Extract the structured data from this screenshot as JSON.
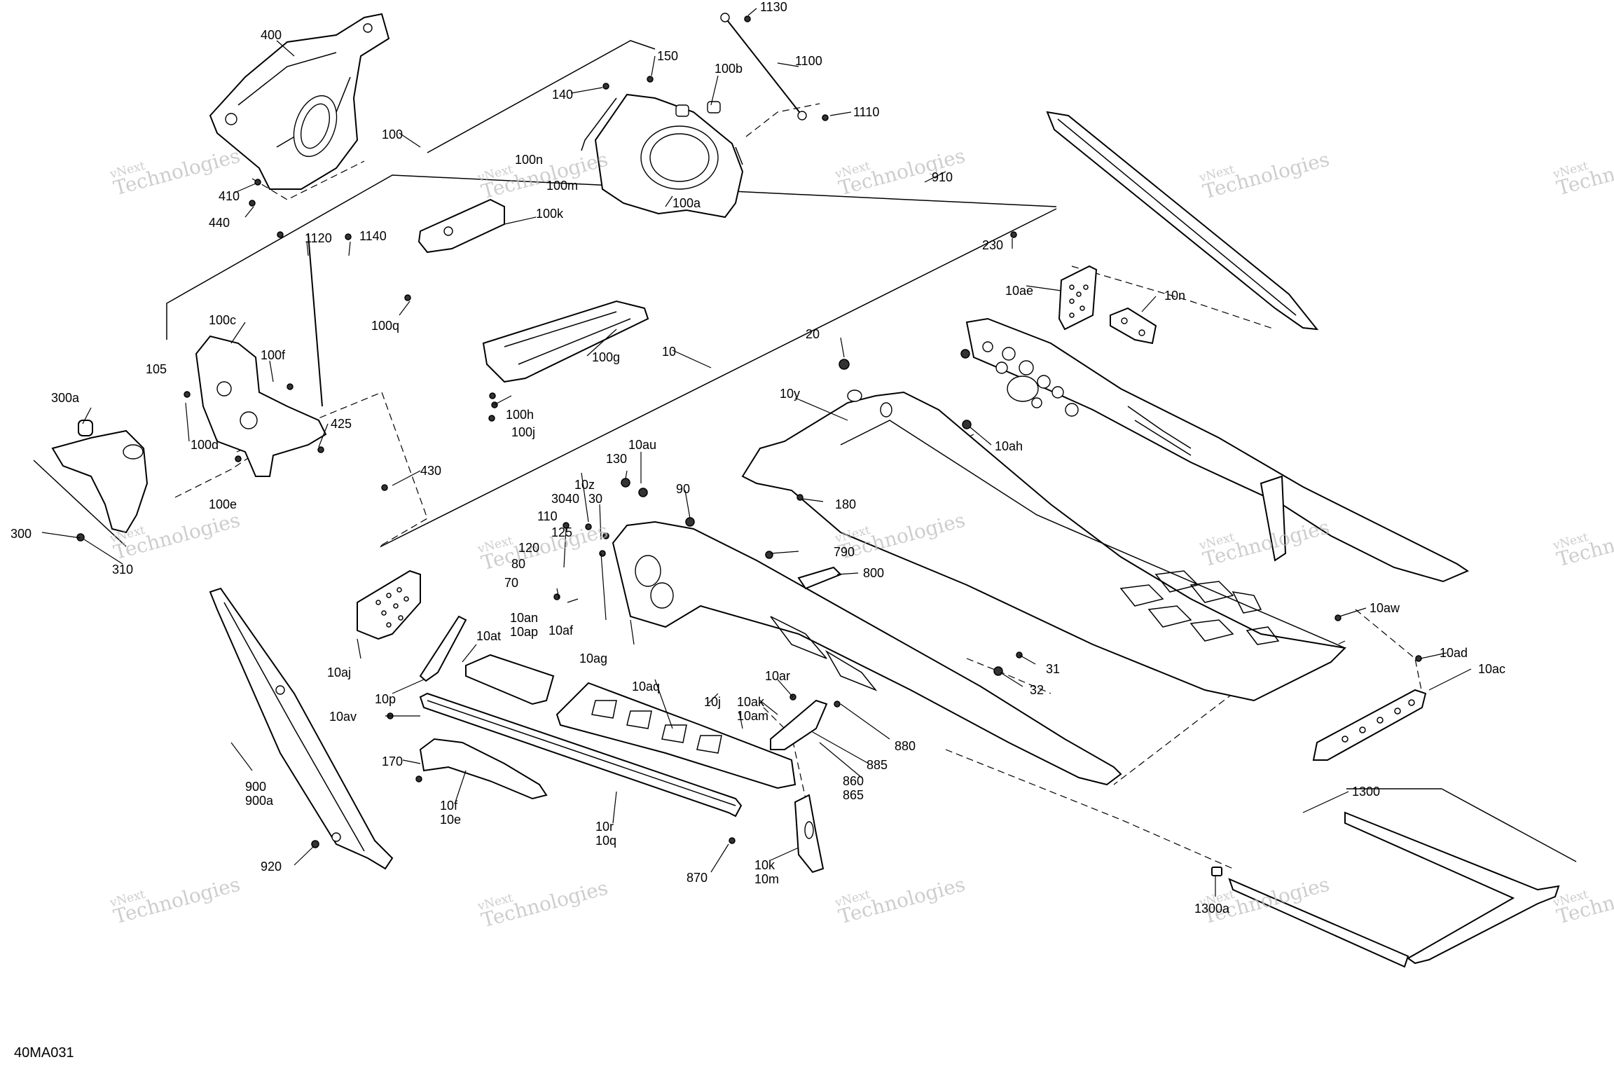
{
  "document_code": "40MA031",
  "watermark": {
    "line1": "vNext",
    "line2": "Technologies",
    "inline": "vNext Technologies"
  },
  "labels": {
    "l400": "400",
    "l150": "150",
    "l140": "140",
    "l100b": "100b",
    "l1130": "1130",
    "l1100": "1100",
    "l1110": "1110",
    "l100": "100",
    "l100n": "100n",
    "l100m": "100m",
    "l410": "410",
    "l440": "440",
    "l100a": "100a",
    "l100k": "100k",
    "l910": "910",
    "l1120": "1120",
    "l1140": "1140",
    "l100q": "100q",
    "l230": "230",
    "l10ae": "10ae",
    "l10n": "10n",
    "l100c": "100c",
    "l100g": "100g",
    "l20": "20",
    "l100f": "100f",
    "l105": "105",
    "l10": "10",
    "l10y": "10y",
    "l300a": "300a",
    "l100h": "100h",
    "l100d": "100d",
    "l425": "425",
    "l100j": "100j",
    "l10ah": "10ah",
    "l10au": "10au",
    "l130": "130",
    "l430": "430",
    "l100e": "100e",
    "l10z": "10z",
    "l90": "90",
    "l180": "180",
    "l30": "30",
    "l3040": "3040",
    "l110": "110",
    "l125": "125",
    "l120": "120",
    "l300": "300",
    "l310": "310",
    "l790": "790",
    "l80": "80",
    "l800": "800",
    "l70": "70",
    "l10an": "10an",
    "l10ap": "10ap",
    "l10af": "10af",
    "l10aw": "10aw",
    "l10at": "10at",
    "l10ag": "10ag",
    "l10aj": "10aj",
    "l31": "31",
    "l10ad": "10ad",
    "l10ar": "10ar",
    "l32": "32",
    "l10ac": "10ac",
    "l10aq": "10aq",
    "l10p": "10p",
    "l10j": "10j",
    "l10ak": "10ak",
    "l10am": "10am",
    "l10av": "10av",
    "l880": "880",
    "l170": "170",
    "l885": "885",
    "l900": "900",
    "l900a": "900a",
    "l860": "860",
    "l865": "865",
    "l1300": "1300",
    "l10f": "10f",
    "l10e": "10e",
    "l10r": "10r",
    "l10q": "10q",
    "l920": "920",
    "l10k": "10k",
    "l10m": "10m",
    "l870": "870",
    "l1300a": "1300a"
  }
}
